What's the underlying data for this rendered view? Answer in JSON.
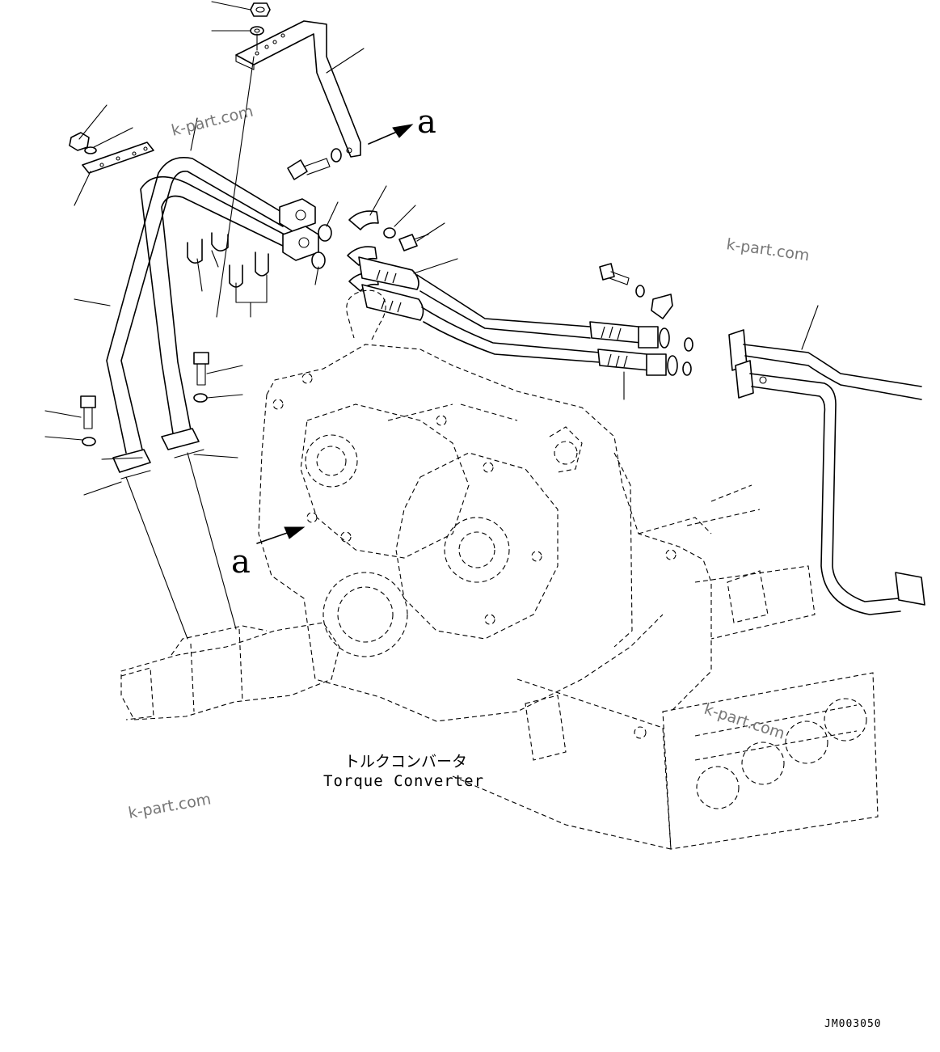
{
  "caption": {
    "japanese": "トルクコンバータ",
    "english": "Torque Converter"
  },
  "view_reference": {
    "top": "a",
    "bottom": "a"
  },
  "drawing_number": "JM003050",
  "watermarks": [
    "k-part.com",
    "k-part.com",
    "k-part.com",
    "k-part.com"
  ]
}
